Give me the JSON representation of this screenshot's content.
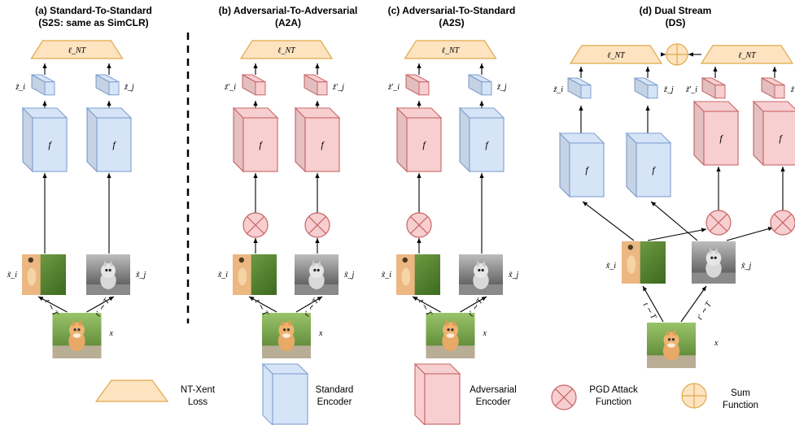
{
  "panels": [
    {
      "title_line1": "(a) Standard-To-Standard",
      "title_line2": "(S2S: same as SimCLR)"
    },
    {
      "title_line1": "(b) Adversarial-To-Adversarial",
      "title_line2": "(A2A)"
    },
    {
      "title_line1": "(c) Adversarial-To-Standard",
      "title_line2": "(A2S)"
    },
    {
      "title_line1": "(d) Dual Stream",
      "title_line2": "(DS)"
    }
  ],
  "symbols": {
    "loss": "ℓ_NT",
    "encoder": "f",
    "input": "x",
    "view_i": "x̃_i",
    "view_j": "x̃_j",
    "z_i": "z̃_i",
    "z_j": "z̃_j",
    "z_adv_i": "z̃′_i",
    "z_adv_j": "z̃′_j",
    "t": "t ∼ T",
    "t_prime": "t′ ∼ T"
  },
  "legend": {
    "loss_line1": "NT-Xent",
    "loss_line2": "Loss",
    "std_line1": "Standard",
    "std_line2": "Encoder",
    "adv_line1": "Adversarial",
    "adv_line2": "Encoder",
    "pgd_line1": "PGD Attack",
    "pgd_line2": "Function",
    "sum_line1": "Sum",
    "sum_line2": "Function"
  },
  "colors": {
    "loss_fill": "#fde3c0",
    "loss_stroke": "#e0a94a",
    "std_fill": "#d6e4f7",
    "std_stroke": "#7f9fcf",
    "adv_fill": "#f7cfd0",
    "adv_stroke": "#c96466",
    "sum_fill": "#fde3c0",
    "sum_stroke": "#e0a94a"
  }
}
